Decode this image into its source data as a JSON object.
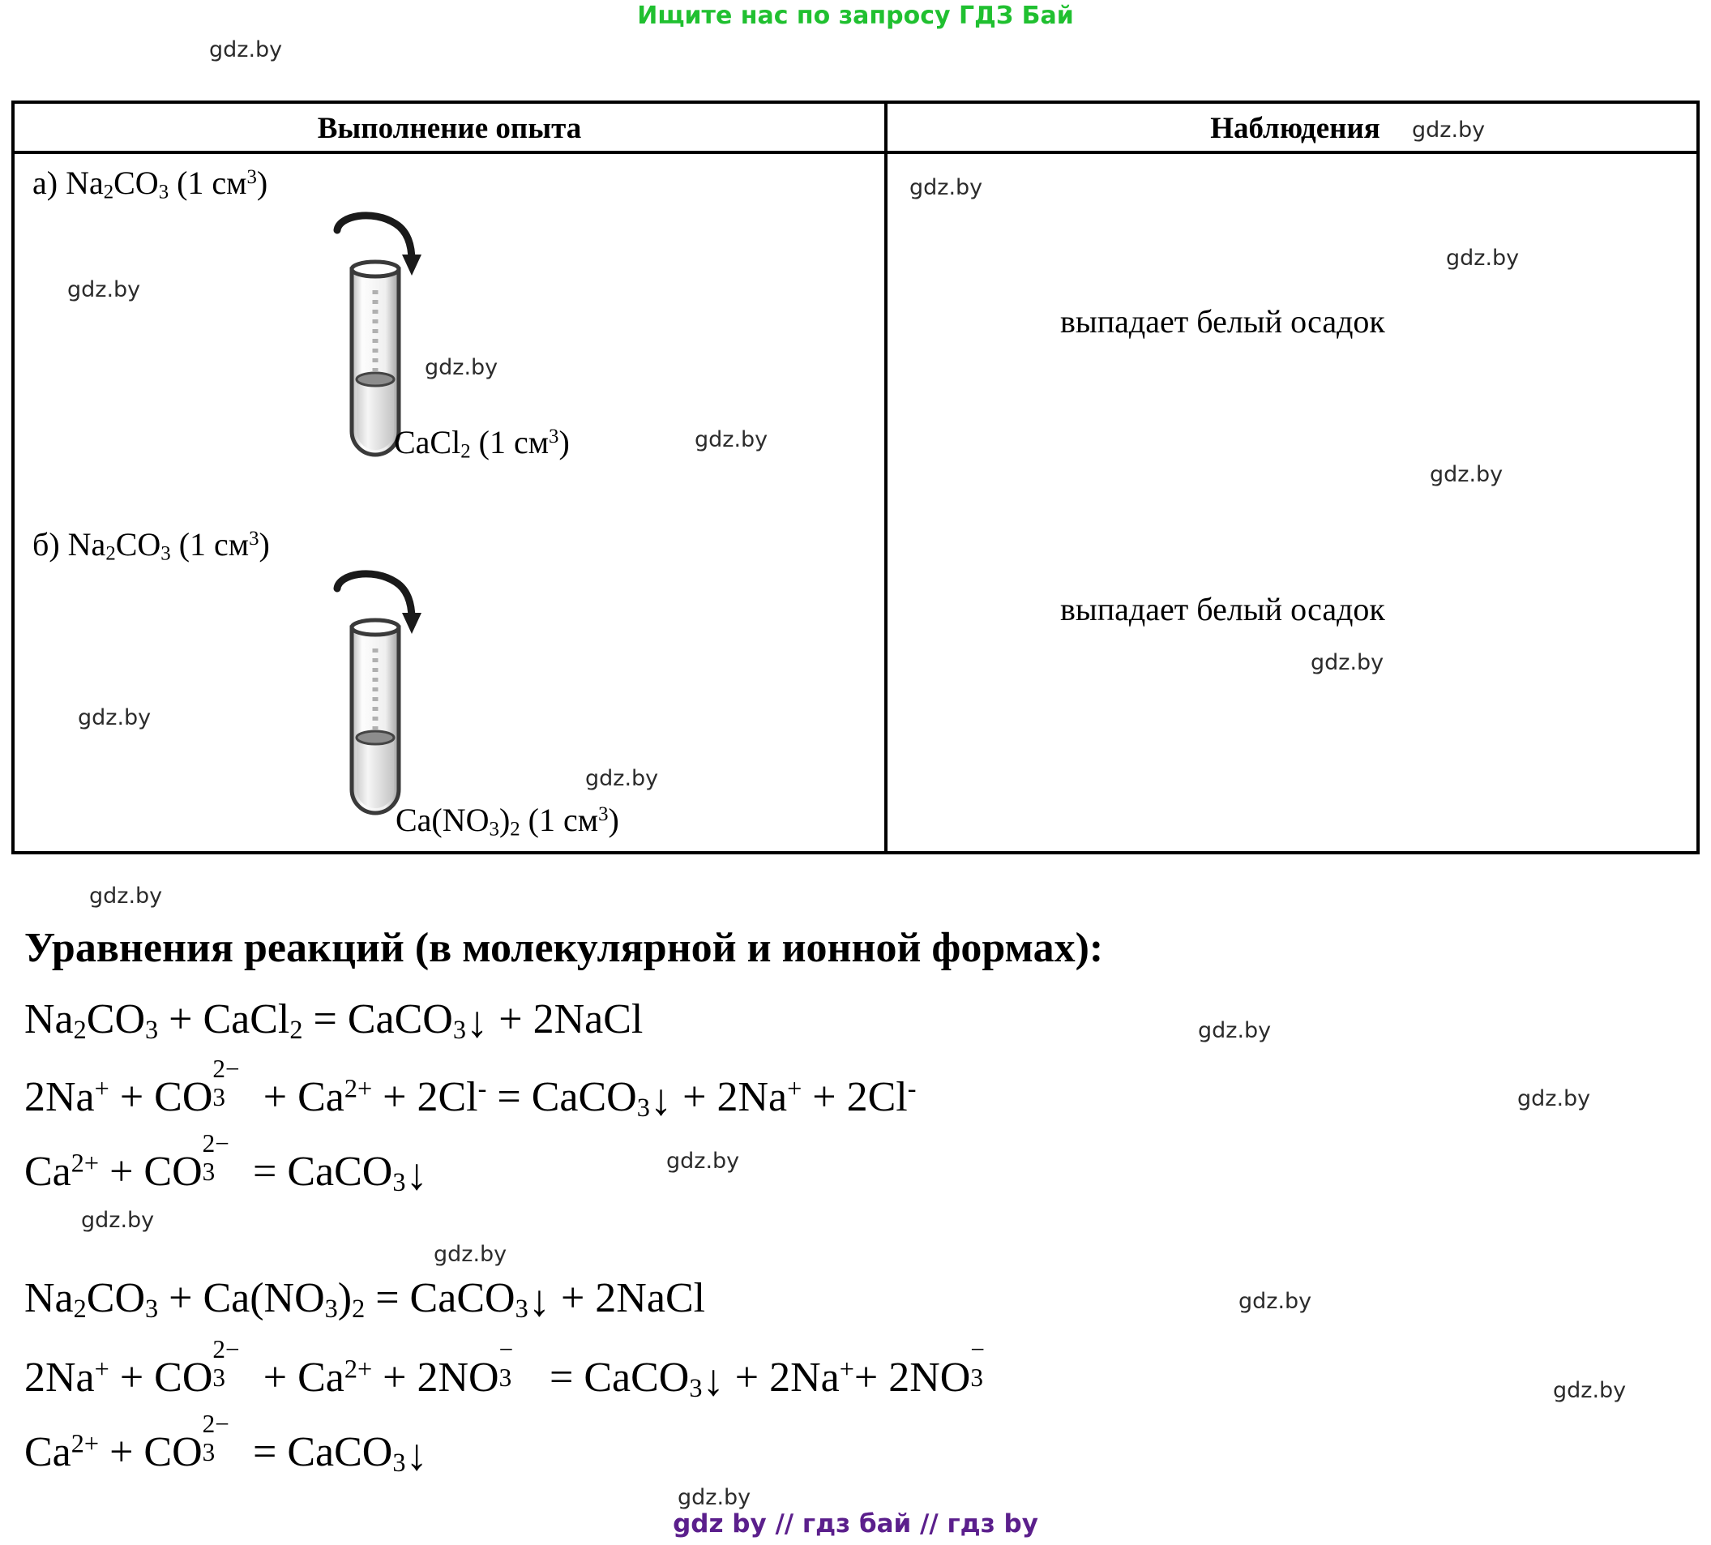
{
  "banner": {
    "text": "Ищите нас по запросу ГДЗ Бай",
    "color": "#20c030"
  },
  "footer": {
    "text": "gdz by  //  гдз бай  //  гдз by",
    "color": "#5b1f8c"
  },
  "watermark": {
    "text": "gdz.by"
  },
  "table": {
    "columns": [
      {
        "header": "Выполнение опыта"
      },
      {
        "header": "Наблюдения"
      }
    ],
    "rows": [
      {
        "label": "а)",
        "reagent_top_formula": "Na2CO3",
        "reagent_top": "а) Na₂CO₃ (1 см³)",
        "reagent_bottom": "CaCl₂ (1 см³)",
        "volume": "1 см³",
        "observation": "выпадает белый осадок",
        "figure": "test-tube"
      },
      {
        "label": "б)",
        "reagent_top_formula": "Na2CO3",
        "reagent_top": "б) Na₂CO₃ (1 см³)",
        "reagent_bottom": "Ca(NO₃)₂ (1 см³)",
        "volume": "1 см³",
        "observation": "выпадает белый осадок",
        "figure": "test-tube"
      }
    ]
  },
  "equations": {
    "title": "Уравнения реакций (в молекулярной и ионной формах):",
    "set_a": [
      "Na₂CO₃ + CaCl₂ = CaCO₃↓ + 2NaCl",
      "2Na⁺ + CO₃²⁻ + Ca²⁺ + 2Cl⁻ = CaCO₃↓ + 2Na⁺ + 2Cl⁻",
      "Ca²⁺ + CO₃²⁻ = CaCO₃↓"
    ],
    "set_b": [
      "Na₂CO₃ + Ca(NO₃)₂ = CaCO₃↓ + 2NaCl",
      "2Na⁺ + CO₃²⁻ + Ca²⁺ + 2NO₃⁻ = CaCO₃↓ + 2Na⁺ + 2NO₃⁻",
      "Ca²⁺ + CO₃²⁻ = CaCO₃↓"
    ]
  }
}
